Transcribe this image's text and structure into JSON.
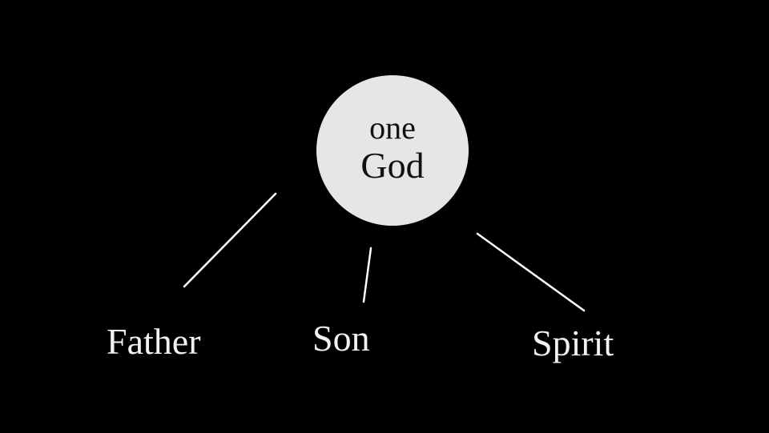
{
  "diagram": {
    "center": {
      "line1": "one",
      "line2": "God"
    },
    "branches": [
      {
        "label": "Father"
      },
      {
        "label": "Son"
      },
      {
        "label": "Spirit"
      }
    ]
  },
  "colors": {
    "background": "#000000",
    "center_fill": "#e6e6e6",
    "center_text": "#111111",
    "lines_and_labels": "#ffffff"
  }
}
